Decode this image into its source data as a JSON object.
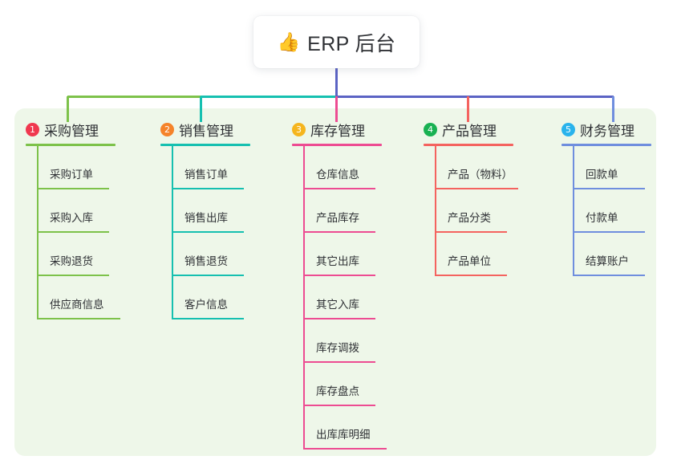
{
  "root": {
    "icon": "thumbs-up-icon",
    "emoji": "👍",
    "title": "ERP 后台"
  },
  "palette": {
    "panel_background": "#eef7e9",
    "page_background": "#ffffff",
    "text": "#2f3135",
    "root_stem": "#5b63c4",
    "bus_green": "#7dc24a",
    "bus_teal": "#16c0b0",
    "bus_blue": "#5b63c4"
  },
  "columns": [
    {
      "number": "1",
      "title": "采购管理",
      "badge_color": "#f0384f",
      "line_color": "#7dc24a",
      "drop_color": "#7dc24a",
      "items": [
        {
          "label": "采购订单"
        },
        {
          "label": "采购入库"
        },
        {
          "label": "采购退货"
        },
        {
          "label": "供应商信息"
        }
      ]
    },
    {
      "number": "2",
      "title": "销售管理",
      "badge_color": "#f5832a",
      "line_color": "#16c0b0",
      "drop_color": "#16c0b0",
      "items": [
        {
          "label": "销售订单"
        },
        {
          "label": "销售出库"
        },
        {
          "label": "销售退货"
        },
        {
          "label": "客户信息"
        }
      ]
    },
    {
      "number": "3",
      "title": "库存管理",
      "badge_color": "#f5b51e",
      "line_color": "#ed4c92",
      "drop_color": "#ed4c92",
      "items": [
        {
          "label": "仓库信息"
        },
        {
          "label": "产品库存"
        },
        {
          "label": "其它出库"
        },
        {
          "label": "其它入库"
        },
        {
          "label": "库存调拨"
        },
        {
          "label": "库存盘点"
        },
        {
          "label": "出库库明细"
        }
      ]
    },
    {
      "number": "4",
      "title": "产品管理",
      "badge_color": "#18b152",
      "line_color": "#f4635f",
      "drop_color": "#f4635f",
      "items": [
        {
          "label": "产品（物料）"
        },
        {
          "label": "产品分类"
        },
        {
          "label": "产品单位"
        }
      ]
    },
    {
      "number": "5",
      "title": "财务管理",
      "badge_color": "#29b3ec",
      "line_color": "#6f8ede",
      "drop_color": "#6f8ede",
      "items": [
        {
          "label": "回款单"
        },
        {
          "label": "付款单"
        },
        {
          "label": "结算账户"
        }
      ]
    }
  ]
}
